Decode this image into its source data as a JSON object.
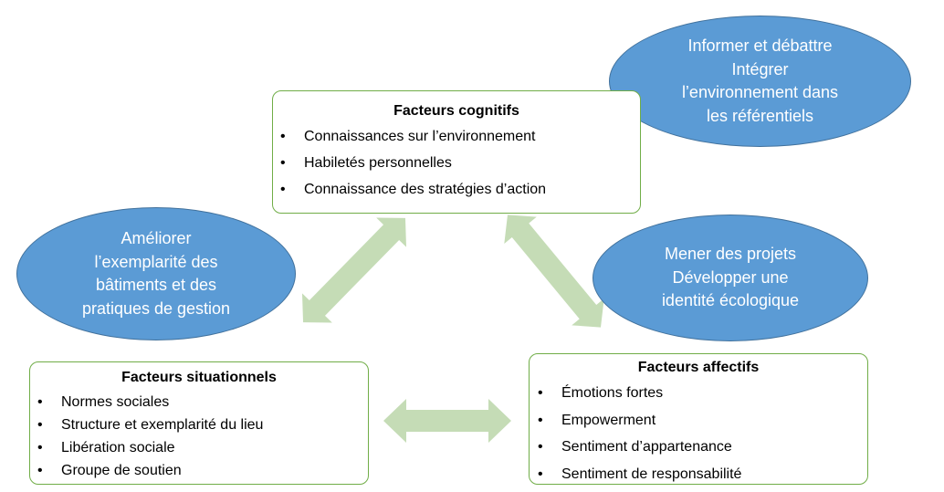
{
  "boxes": {
    "cognitive": {
      "title": "Facteurs cognitifs",
      "items": [
        "Connaissances sur l’environnement",
        "Habiletés personnelles",
        "Connaissance des stratégies d’action"
      ]
    },
    "situational": {
      "title": "Facteurs situationnels",
      "items": [
        "Normes sociales",
        "Structure et exemplarité du lieu",
        "Libération sociale",
        "Groupe de soutien"
      ]
    },
    "affective": {
      "title": "Facteurs affectifs",
      "items": [
        "Émotions fortes",
        "Empowerment",
        "Sentiment d’appartenance",
        "Sentiment de responsabilité"
      ]
    }
  },
  "ellipses": {
    "inform": {
      "lines": [
        "Informer et débattre",
        "Intégrer",
        "l’environnement dans",
        "les référentiels"
      ]
    },
    "improve": {
      "lines": [
        "Améliorer",
        "l’exemplarité des",
        "bâtiments et des",
        "pratiques de gestion"
      ]
    },
    "projects": {
      "lines": [
        "Mener des projets",
        "Développer une",
        "identité écologique"
      ]
    }
  },
  "colors": {
    "box_border": "#70ad47",
    "ellipse_fill": "#5b9bd5",
    "ellipse_border": "#41719c",
    "arrow_fill": "#c5dcb6"
  }
}
